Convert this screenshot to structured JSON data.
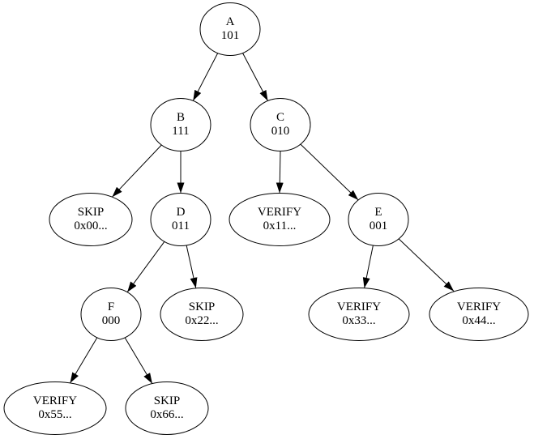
{
  "diagram": {
    "type": "binary-tree",
    "background_color": "#ffffff",
    "node_fill_color": "#ffffff",
    "node_stroke_color": "#000000",
    "edge_color": "#000000",
    "text_color": "#000000",
    "nodes": {
      "a": {
        "line1": "A",
        "line2": "101",
        "shape": "circle"
      },
      "b": {
        "line1": "B",
        "line2": "111",
        "shape": "circle"
      },
      "c": {
        "line1": "C",
        "line2": "010",
        "shape": "circle"
      },
      "skip00": {
        "line1": "SKIP",
        "line2": "0x00...",
        "shape": "ellipse"
      },
      "d": {
        "line1": "D",
        "line2": "011",
        "shape": "circle"
      },
      "verify11": {
        "line1": "VERIFY",
        "line2": "0x11...",
        "shape": "ellipse"
      },
      "e": {
        "line1": "E",
        "line2": "001",
        "shape": "circle"
      },
      "f": {
        "line1": "F",
        "line2": "000",
        "shape": "circle"
      },
      "skip22": {
        "line1": "SKIP",
        "line2": "0x22...",
        "shape": "ellipse"
      },
      "verify33": {
        "line1": "VERIFY",
        "line2": "0x33...",
        "shape": "ellipse"
      },
      "verify44": {
        "line1": "VERIFY",
        "line2": "0x44...",
        "shape": "ellipse"
      },
      "verify55": {
        "line1": "VERIFY",
        "line2": "0x55...",
        "shape": "ellipse"
      },
      "skip66": {
        "line1": "SKIP",
        "line2": "0x66...",
        "shape": "ellipse"
      }
    },
    "edges": [
      {
        "from": "A",
        "to": "B"
      },
      {
        "from": "A",
        "to": "C"
      },
      {
        "from": "B",
        "to": "SKIP 0x00..."
      },
      {
        "from": "B",
        "to": "D"
      },
      {
        "from": "C",
        "to": "VERIFY 0x11..."
      },
      {
        "from": "C",
        "to": "E"
      },
      {
        "from": "D",
        "to": "F"
      },
      {
        "from": "D",
        "to": "SKIP 0x22..."
      },
      {
        "from": "E",
        "to": "VERIFY 0x33..."
      },
      {
        "from": "E",
        "to": "VERIFY 0x44..."
      },
      {
        "from": "F",
        "to": "VERIFY 0x55..."
      },
      {
        "from": "F",
        "to": "SKIP 0x66..."
      }
    ]
  }
}
